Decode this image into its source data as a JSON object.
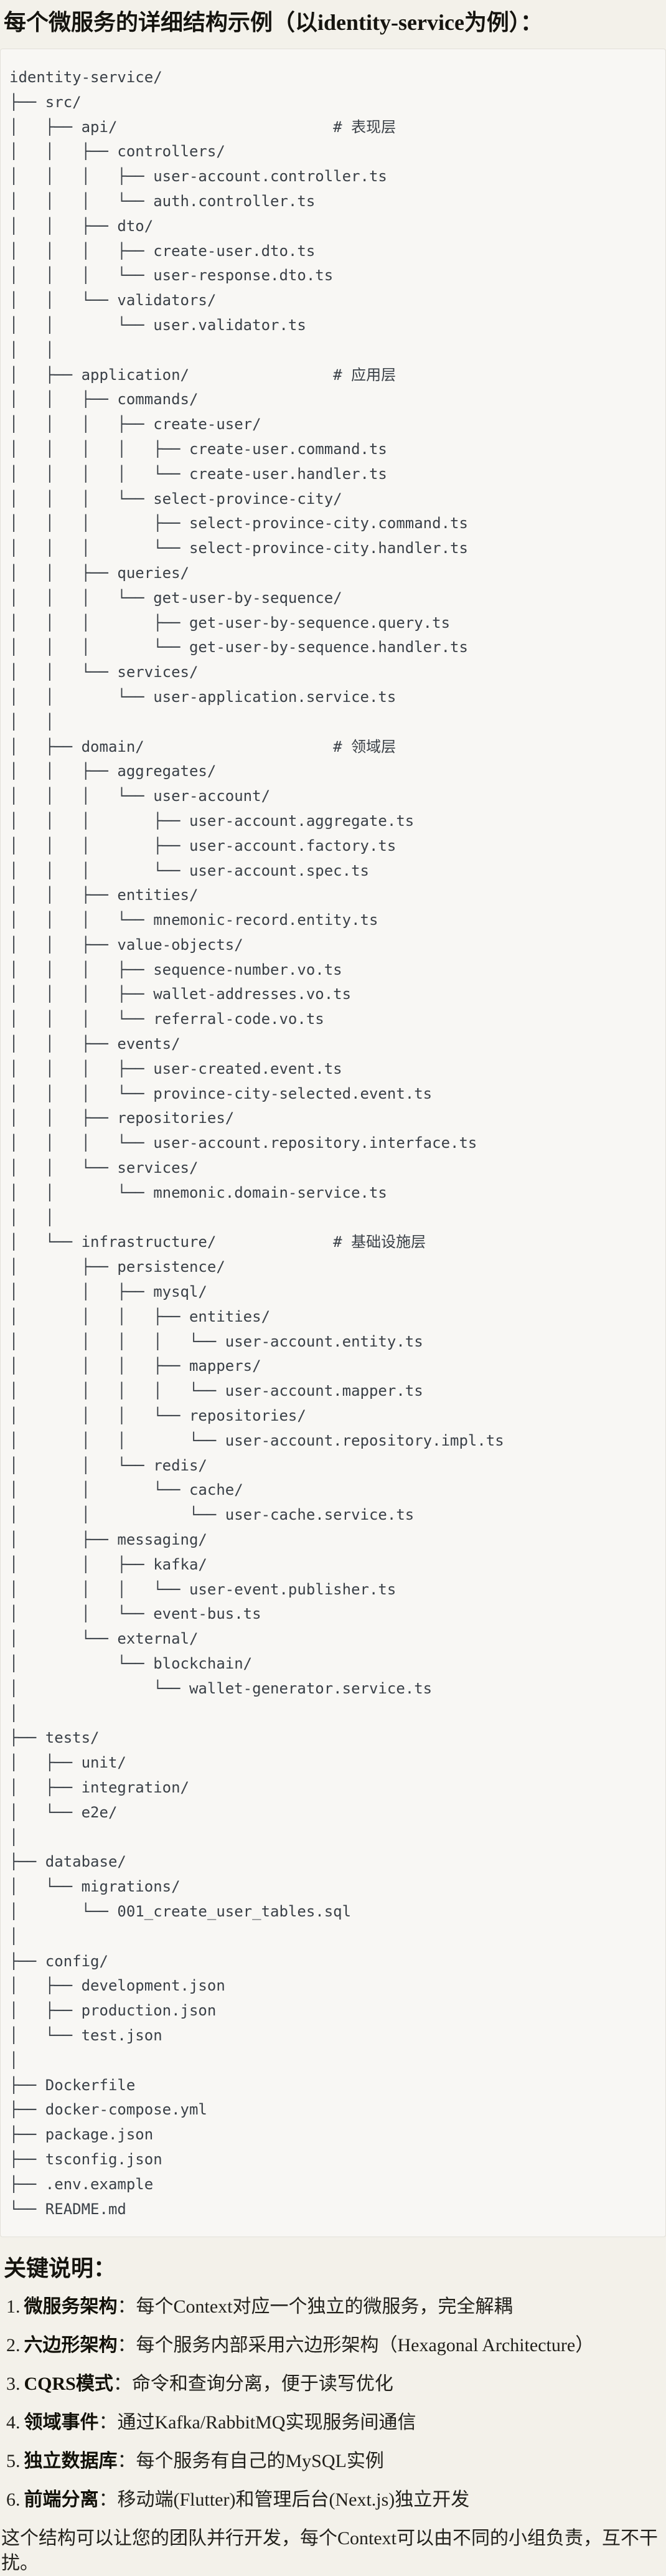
{
  "title": "每个微服务的详细结构示例（以identity-service为例）：",
  "tree": {
    "lines": [
      "identity-service/",
      "├── src/",
      "│   ├── api/                        # 表现层",
      "│   │   ├── controllers/",
      "│   │   │   ├── user-account.controller.ts",
      "│   │   │   └── auth.controller.ts",
      "│   │   ├── dto/",
      "│   │   │   ├── create-user.dto.ts",
      "│   │   │   └── user-response.dto.ts",
      "│   │   └── validators/",
      "│   │       └── user.validator.ts",
      "│   │",
      "│   ├── application/                # 应用层",
      "│   │   ├── commands/",
      "│   │   │   ├── create-user/",
      "│   │   │   │   ├── create-user.command.ts",
      "│   │   │   │   └── create-user.handler.ts",
      "│   │   │   └── select-province-city/",
      "│   │   │       ├── select-province-city.command.ts",
      "│   │   │       └── select-province-city.handler.ts",
      "│   │   ├── queries/",
      "│   │   │   └── get-user-by-sequence/",
      "│   │   │       ├── get-user-by-sequence.query.ts",
      "│   │   │       └── get-user-by-sequence.handler.ts",
      "│   │   └── services/",
      "│   │       └── user-application.service.ts",
      "│   │",
      "│   ├── domain/                     # 领域层",
      "│   │   ├── aggregates/",
      "│   │   │   └── user-account/",
      "│   │   │       ├── user-account.aggregate.ts",
      "│   │   │       ├── user-account.factory.ts",
      "│   │   │       └── user-account.spec.ts",
      "│   │   ├── entities/",
      "│   │   │   └── mnemonic-record.entity.ts",
      "│   │   ├── value-objects/",
      "│   │   │   ├── sequence-number.vo.ts",
      "│   │   │   ├── wallet-addresses.vo.ts",
      "│   │   │   └── referral-code.vo.ts",
      "│   │   ├── events/",
      "│   │   │   ├── user-created.event.ts",
      "│   │   │   └── province-city-selected.event.ts",
      "│   │   ├── repositories/",
      "│   │   │   └── user-account.repository.interface.ts",
      "│   │   └── services/",
      "│   │       └── mnemonic.domain-service.ts",
      "│   │",
      "│   └── infrastructure/             # 基础设施层",
      "│       ├── persistence/",
      "│       │   ├── mysql/",
      "│       │   │   ├── entities/",
      "│       │   │   │   └── user-account.entity.ts",
      "│       │   │   ├── mappers/",
      "│       │   │   │   └── user-account.mapper.ts",
      "│       │   │   └── repositories/",
      "│       │   │       └── user-account.repository.impl.ts",
      "│       │   └── redis/",
      "│       │       └── cache/",
      "│       │           └── user-cache.service.ts",
      "│       ├── messaging/",
      "│       │   ├── kafka/",
      "│       │   │   └── user-event.publisher.ts",
      "│       │   └── event-bus.ts",
      "│       └── external/",
      "│           └── blockchain/",
      "│               └── wallet-generator.service.ts",
      "│",
      "├── tests/",
      "│   ├── unit/",
      "│   ├── integration/",
      "│   └── e2e/",
      "│",
      "├── database/",
      "│   └── migrations/",
      "│       └── 001_create_user_tables.sql",
      "│",
      "├── config/",
      "│   ├── development.json",
      "│   ├── production.json",
      "│   └── test.json",
      "│",
      "├── Dockerfile",
      "├── docker-compose.yml",
      "├── package.json",
      "├── tsconfig.json",
      "├── .env.example",
      "└── README.md"
    ],
    "layer_comments": [
      "# 表现层",
      "# 应用层",
      "# 领域层",
      "# 基础设施层"
    ]
  },
  "notes": {
    "heading": "关键说明：",
    "items": [
      {
        "num": "1.",
        "label": "微服务架构",
        "text": "：每个Context对应一个独立的微服务，完全解耦"
      },
      {
        "num": "2.",
        "label": "六边形架构",
        "text": "：每个服务内部采用六边形架构（Hexagonal Architecture）"
      },
      {
        "num": "3.",
        "label": "CQRS模式",
        "text": "：命令和查询分离，便于读写优化"
      },
      {
        "num": "4.",
        "label": "领域事件",
        "text": "：通过Kafka/RabbitMQ实现服务间通信"
      },
      {
        "num": "5.",
        "label": "独立数据库",
        "text": "：每个服务有自己的MySQL实例"
      },
      {
        "num": "6.",
        "label": "前端分离",
        "text": "：移动端(Flutter)和管理后台(Next.js)独立开发"
      }
    ]
  },
  "closing": "这个结构可以让您的团队并行开发，每个Context可以由不同的小组负责，互不干扰。",
  "colors": {
    "page_bg": "#f3f1ea",
    "code_bg": "#f8f7f4",
    "code_border": "#e2e0d9",
    "code_text": "#3a4047",
    "heading_text": "#15140f",
    "body_text": "#22211c"
  }
}
